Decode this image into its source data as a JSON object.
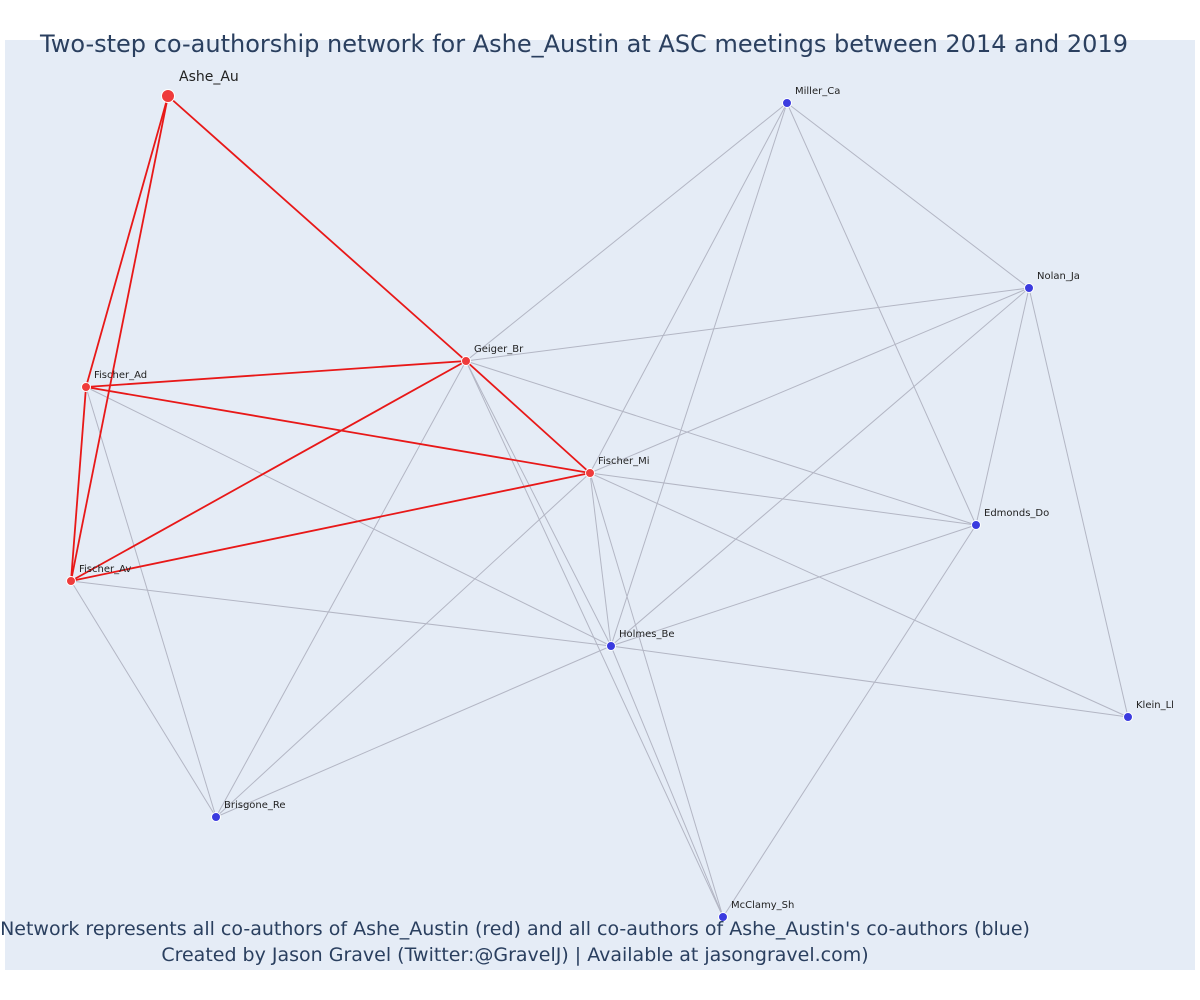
{
  "title": "Two-step co-authorship network for Ashe_Austin at ASC meetings between 2014 and 2019",
  "captions": [
    "Network represents all co-authors of Ashe_Austin (red) and all co-authors of Ashe_Austin's co-authors (blue)",
    "Created by Jason Gravel (Twitter:@GravelJ) | Available at jasongravel.com)"
  ],
  "colors": {
    "first_step_node": "#ef3b3b",
    "second_step_node": "#3b3bdf",
    "first_step_edge": "#e81818",
    "second_step_edge": "#b3b6c4",
    "background": "#e5ecf6"
  },
  "nodes": [
    {
      "id": "Ashe_Au",
      "label": "Ashe_Au",
      "group": "ego"
    },
    {
      "id": "Fischer_Ad",
      "label": "Fischer_Ad",
      "group": "first"
    },
    {
      "id": "Fischer_Av",
      "label": "Fischer_Av",
      "group": "first"
    },
    {
      "id": "Geiger_Br",
      "label": "Geiger_Br",
      "group": "first"
    },
    {
      "id": "Fischer_Mi",
      "label": "Fischer_Mi",
      "group": "first"
    },
    {
      "id": "Miller_Ca",
      "label": "Miller_Ca",
      "group": "second"
    },
    {
      "id": "Nolan_Ja",
      "label": "Nolan_Ja",
      "group": "second"
    },
    {
      "id": "Edmonds_Do",
      "label": "Edmonds_Do",
      "group": "second"
    },
    {
      "id": "Holmes_Be",
      "label": "Holmes_Be",
      "group": "second"
    },
    {
      "id": "Klein_Ll",
      "label": "Klein_Ll",
      "group": "second"
    },
    {
      "id": "Brisgone_Re",
      "label": "Brisgone_Re",
      "group": "second"
    },
    {
      "id": "McClamy_Sh",
      "label": "McClamy_Sh",
      "group": "second"
    }
  ],
  "edges": [
    {
      "source": "Ashe_Au",
      "target": "Fischer_Ad",
      "type": "first"
    },
    {
      "source": "Ashe_Au",
      "target": "Fischer_Av",
      "type": "first"
    },
    {
      "source": "Ashe_Au",
      "target": "Geiger_Br",
      "type": "first"
    },
    {
      "source": "Fischer_Ad",
      "target": "Fischer_Av",
      "type": "first"
    },
    {
      "source": "Fischer_Ad",
      "target": "Geiger_Br",
      "type": "first"
    },
    {
      "source": "Fischer_Ad",
      "target": "Fischer_Mi",
      "type": "first"
    },
    {
      "source": "Fischer_Av",
      "target": "Geiger_Br",
      "type": "first"
    },
    {
      "source": "Fischer_Av",
      "target": "Fischer_Mi",
      "type": "first"
    },
    {
      "source": "Geiger_Br",
      "target": "Fischer_Mi",
      "type": "first"
    },
    {
      "source": "Geiger_Br",
      "target": "Miller_Ca",
      "type": "second"
    },
    {
      "source": "Geiger_Br",
      "target": "Nolan_Ja",
      "type": "second"
    },
    {
      "source": "Geiger_Br",
      "target": "Edmonds_Do",
      "type": "second"
    },
    {
      "source": "Geiger_Br",
      "target": "Holmes_Be",
      "type": "second"
    },
    {
      "source": "Geiger_Br",
      "target": "Brisgone_Re",
      "type": "second"
    },
    {
      "source": "Geiger_Br",
      "target": "McClamy_Sh",
      "type": "second"
    },
    {
      "source": "Fischer_Mi",
      "target": "Miller_Ca",
      "type": "second"
    },
    {
      "source": "Fischer_Mi",
      "target": "Nolan_Ja",
      "type": "second"
    },
    {
      "source": "Fischer_Mi",
      "target": "Edmonds_Do",
      "type": "second"
    },
    {
      "source": "Fischer_Mi",
      "target": "Holmes_Be",
      "type": "second"
    },
    {
      "source": "Fischer_Mi",
      "target": "Klein_Ll",
      "type": "second"
    },
    {
      "source": "Fischer_Mi",
      "target": "Brisgone_Re",
      "type": "second"
    },
    {
      "source": "Fischer_Mi",
      "target": "McClamy_Sh",
      "type": "second"
    },
    {
      "source": "Fischer_Ad",
      "target": "Holmes_Be",
      "type": "second"
    },
    {
      "source": "Fischer_Ad",
      "target": "Brisgone_Re",
      "type": "second"
    },
    {
      "source": "Fischer_Av",
      "target": "Holmes_Be",
      "type": "second"
    },
    {
      "source": "Fischer_Av",
      "target": "Brisgone_Re",
      "type": "second"
    },
    {
      "source": "Miller_Ca",
      "target": "Nolan_Ja",
      "type": "second"
    },
    {
      "source": "Miller_Ca",
      "target": "Edmonds_Do",
      "type": "second"
    },
    {
      "source": "Miller_Ca",
      "target": "Holmes_Be",
      "type": "second"
    },
    {
      "source": "Nolan_Ja",
      "target": "Edmonds_Do",
      "type": "second"
    },
    {
      "source": "Nolan_Ja",
      "target": "Holmes_Be",
      "type": "second"
    },
    {
      "source": "Nolan_Ja",
      "target": "Klein_Ll",
      "type": "second"
    },
    {
      "source": "Edmonds_Do",
      "target": "Holmes_Be",
      "type": "second"
    },
    {
      "source": "Edmonds_Do",
      "target": "McClamy_Sh",
      "type": "second"
    },
    {
      "source": "Holmes_Be",
      "target": "Klein_Ll",
      "type": "second"
    },
    {
      "source": "Holmes_Be",
      "target": "Brisgone_Re",
      "type": "second"
    },
    {
      "source": "Holmes_Be",
      "target": "McClamy_Sh",
      "type": "second"
    }
  ]
}
